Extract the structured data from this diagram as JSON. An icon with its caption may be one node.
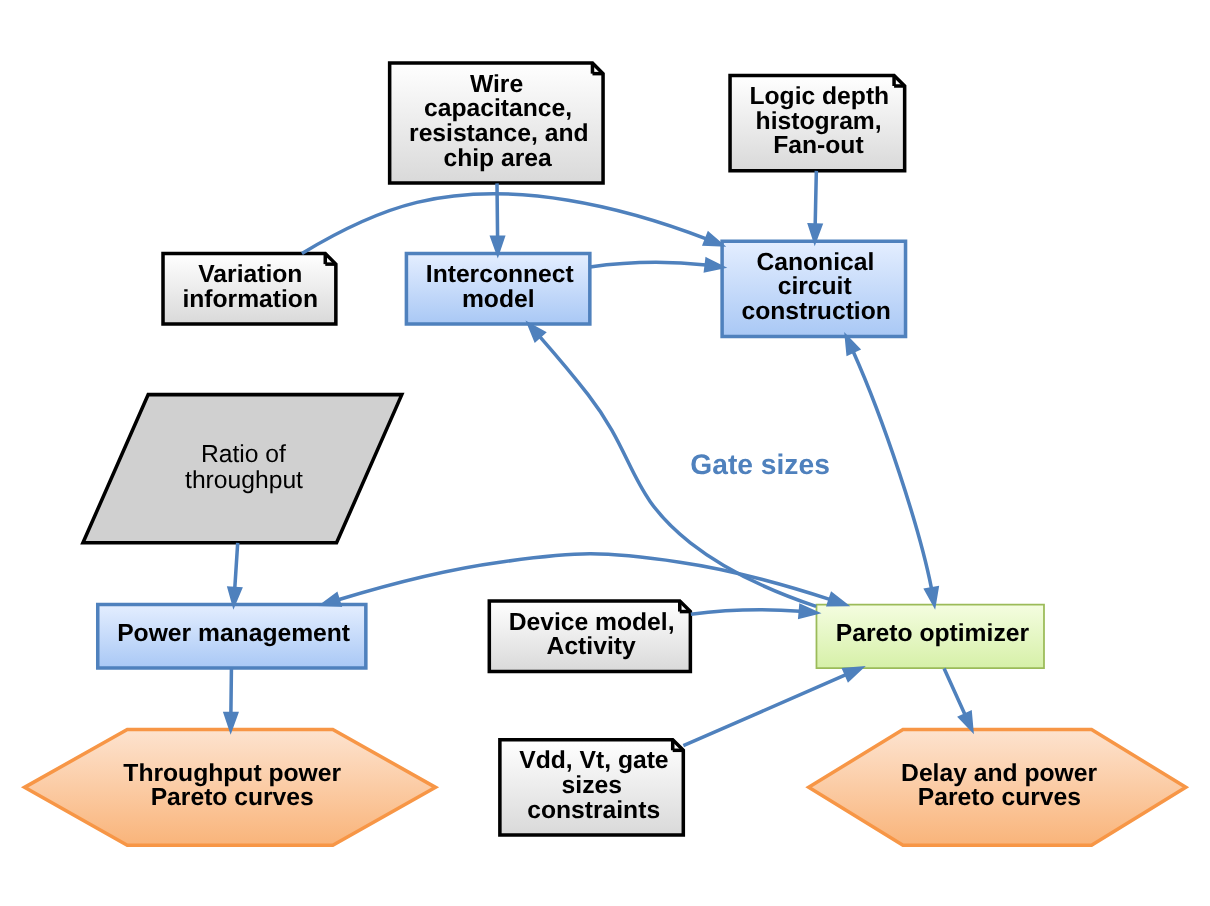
{
  "diagram": {
    "nodes": [
      {
        "text": [
          "Wire capacitance, resistance, and chip area"
        ]
      },
      {
        "text": [
          "Logic depth histogram, Fan-out"
        ]
      },
      {
        "text": [
          "Interconnect model"
        ]
      },
      {
        "text": [
          "Canonical circuit construction"
        ]
      },
      {
        "text": [
          "Variation information"
        ]
      },
      {
        "text": [
          "Ratio of throughput"
        ]
      },
      {
        "text": [
          "Device model, Activity"
        ]
      },
      {
        "text": [
          "Pareto optimizer"
        ]
      },
      {
        "text": [
          "Power management"
        ]
      },
      {
        "text": [
          "Vdd, Vt, gate sizes constraints"
        ]
      },
      {
        "text": [
          "Delay and power Pareto curves"
        ]
      },
      {
        "text": [
          "Throughput power Pareto curves"
        ]
      }
    ],
    "edges": [
      {
        "from": 0,
        "to": 2,
        "arrow": "to"
      },
      {
        "from": 1,
        "to": 3,
        "arrow": "to"
      },
      {
        "from": 2,
        "to": 3,
        "arrow": "to"
      },
      {
        "from": 4,
        "to": 3,
        "arrow": "to"
      },
      {
        "from": 7,
        "to": 2,
        "arrow": "to",
        "label": "Gate sizes"
      },
      {
        "from": 7,
        "to": 3,
        "arrow": "both"
      },
      {
        "from": 6,
        "to": 7,
        "arrow": "to"
      },
      {
        "from": 9,
        "to": 7,
        "arrow": "to"
      },
      {
        "from": 7,
        "to": 8,
        "arrow": "both"
      },
      {
        "from": 5,
        "to": 8,
        "arrow": "to"
      },
      {
        "from": 7,
        "to": 10,
        "arrow": "to"
      },
      {
        "from": 8,
        "to": 11,
        "arrow": "to"
      }
    ]
  }
}
